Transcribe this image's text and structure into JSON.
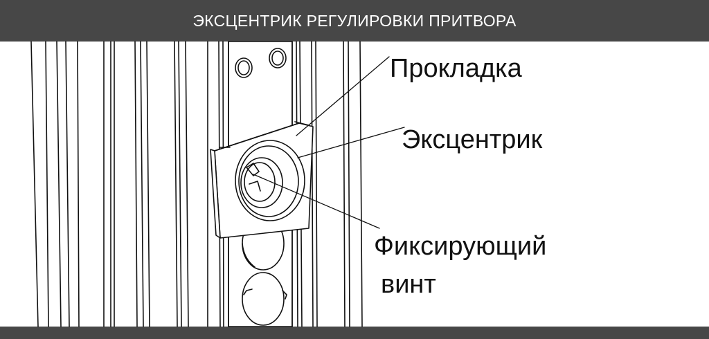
{
  "header": {
    "title": "ЭКСЦЕНТРИК РЕГУЛИРОВКИ ПРИТВОРА"
  },
  "callouts": {
    "gasket": "Прокладка",
    "eccentric": "Эксцентрик",
    "screw_line1": "Фиксирующий",
    "screw_line2": "винт"
  },
  "colors": {
    "line": "#111111",
    "bar": "#1e1e1e",
    "text_on_bar": "#ffffff",
    "background": "#ffffff"
  }
}
